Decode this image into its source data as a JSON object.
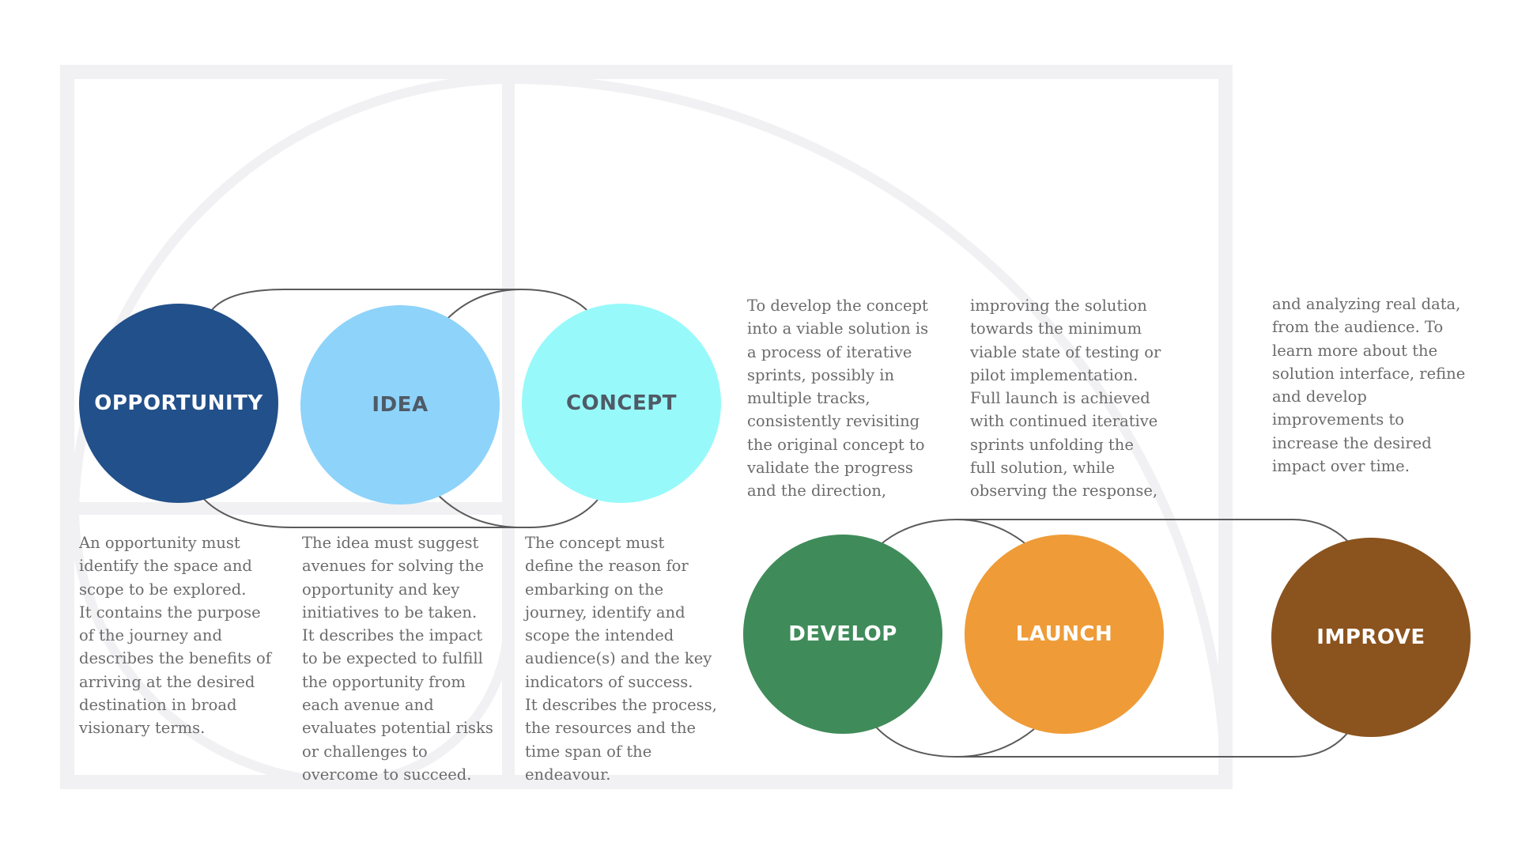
{
  "stages": [
    {
      "id": "opportunity",
      "label": "OPPORTUNITY",
      "color": "#22508A",
      "text_color": "#ffffff"
    },
    {
      "id": "idea",
      "label": "IDEA",
      "color": "#8ED3FA",
      "text_color": "#4f5a66"
    },
    {
      "id": "concept",
      "label": "CONCEPT",
      "color": "#98F9FA",
      "text_color": "#4f5a66"
    },
    {
      "id": "develop",
      "label": "DEVELOP",
      "color": "#3F8C5A",
      "text_color": "#ffffff"
    },
    {
      "id": "launch",
      "label": "LAUNCH",
      "color": "#EF9B37",
      "text_color": "#ffffff"
    },
    {
      "id": "improve",
      "label": "IMPROVE",
      "color": "#8B531E",
      "text_color": "#ffffff"
    }
  ],
  "descriptions": {
    "opportunity": "An opportunity must\nidentify the space and\nscope to be explored.\nIt contains the purpose\nof the journey and\ndescribes the benefits of\narriving at the desired\ndestination in broad\nvisionary terms.",
    "idea": "The idea must suggest\navenues for solving the\nopportunity and key\ninitiatives to be taken.\nIt describes the impact\nto be expected to fulfill\nthe opportunity from\neach avenue and\nevaluates potential risks\nor challenges to\novercome to succeed.",
    "concept": "The concept must\ndefine the reason for\nembarking on the\njourney, identify and\nscope the intended\naudience(s) and the key\nindicators of success.\nIt describes the process,\nthe resources and the\ntime span of the\nendeavour.",
    "develop": "To develop the concept\ninto a viable solution is\na process of iterative\nsprints, possibly in\nmultiple tracks,\nconsistently revisiting\nthe original concept to\nvalidate the progress\nand the direction,",
    "launch": "improving the solution\ntowards the minimum\nviable state of testing or\npilot implementation.\nFull launch is achieved\nwith continued iterative\nsprints unfolding the\nfull solution, while\nobserving the response,",
    "improve": "and analyzing real data,\nfrom the audience. To\nlearn more about the\nsolution interface, refine\nand develop\nimprovements to\nincrease the desired\nimpact over time."
  },
  "colors": {
    "background": "#ffffff",
    "golden_frame": "#F1F1F3",
    "connector": "#5a5a5a",
    "body_text": "#6b6b6b"
  }
}
